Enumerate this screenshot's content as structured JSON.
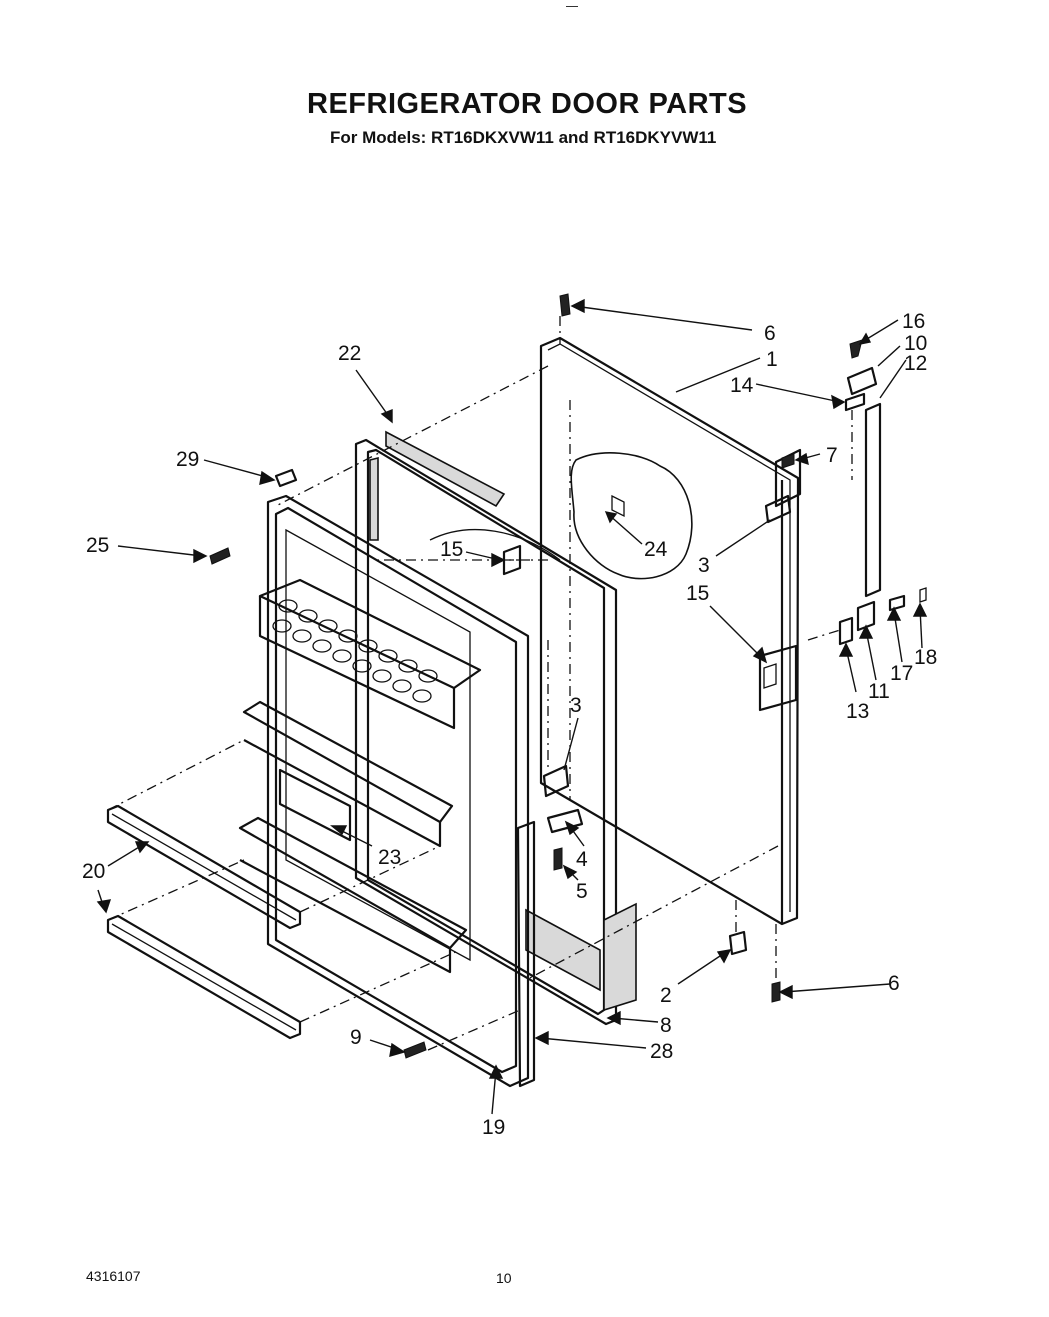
{
  "header": {
    "title": "REFRIGERATOR DOOR PARTS",
    "subtitle": "For Models: RT16DKXVW11 and RT16DKYVW11"
  },
  "footer": {
    "doc_number": "4316107",
    "page_number": "10"
  },
  "callouts": {
    "c6_top": "6",
    "c1": "1",
    "c16": "16",
    "c10": "10",
    "c12": "12",
    "c14": "14",
    "c22": "22",
    "c7": "7",
    "c29": "29",
    "c25": "25",
    "c15_left": "15",
    "c24": "24",
    "c3_right": "3",
    "c15_right": "15",
    "c18": "18",
    "c17": "17",
    "c11": "11",
    "c13": "13",
    "c3_center": "3",
    "c4": "4",
    "c23": "23",
    "c5": "5",
    "c20": "20",
    "c2": "2",
    "c6_bottom": "6",
    "c8": "8",
    "c9": "9",
    "c28": "28",
    "c19": "19"
  }
}
